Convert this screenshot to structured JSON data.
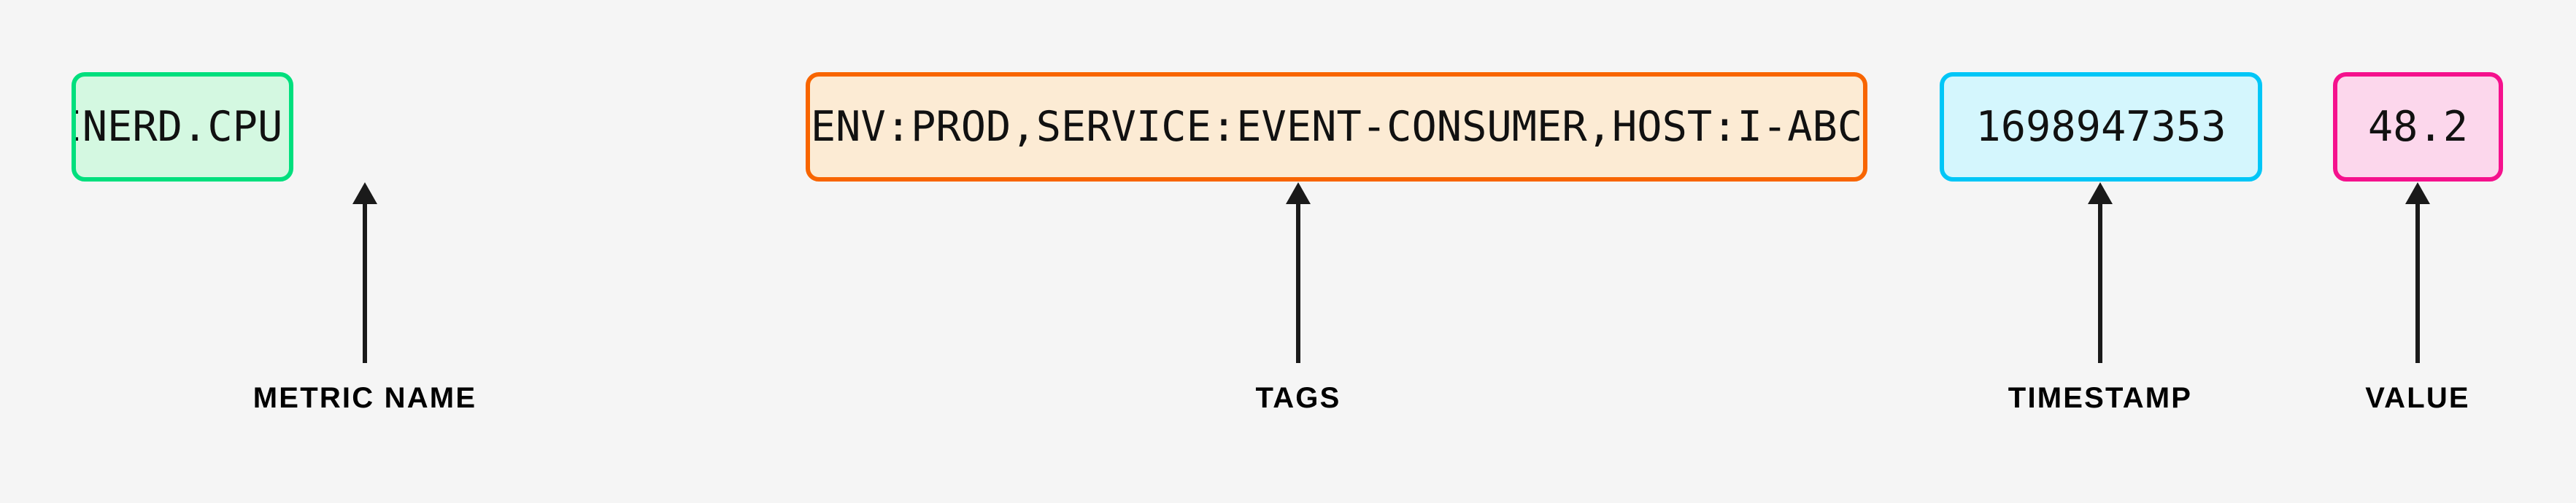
{
  "background_color": "#f5f5f5",
  "diagram": {
    "type": "annotated-metric-line",
    "tokens": [
      {
        "id": "metric-name",
        "text": "CONTAINERD.CPU.TOTAL",
        "caption": "METRIC NAME",
        "border_color": "#00df7d",
        "fill_color": "#d4f8e1"
      },
      {
        "id": "tags",
        "text": "ENV:PROD,SERVICE:EVENT-CONSUMER,HOST:I-ABC",
        "caption": "TAGS",
        "border_color": "#f86500",
        "fill_color": "#fcebd4"
      },
      {
        "id": "timestamp",
        "text": "1698947353",
        "caption": "TIMESTAMP",
        "border_color": "#00c6f7",
        "fill_color": "#d4f6fd"
      },
      {
        "id": "value",
        "text": "48.2",
        "caption": "VALUE",
        "border_color": "#f5118d",
        "fill_color": "#fcd7ec"
      }
    ],
    "arrow_color": "#1a1a1a",
    "arrow_icon": "arrow-up-icon"
  }
}
